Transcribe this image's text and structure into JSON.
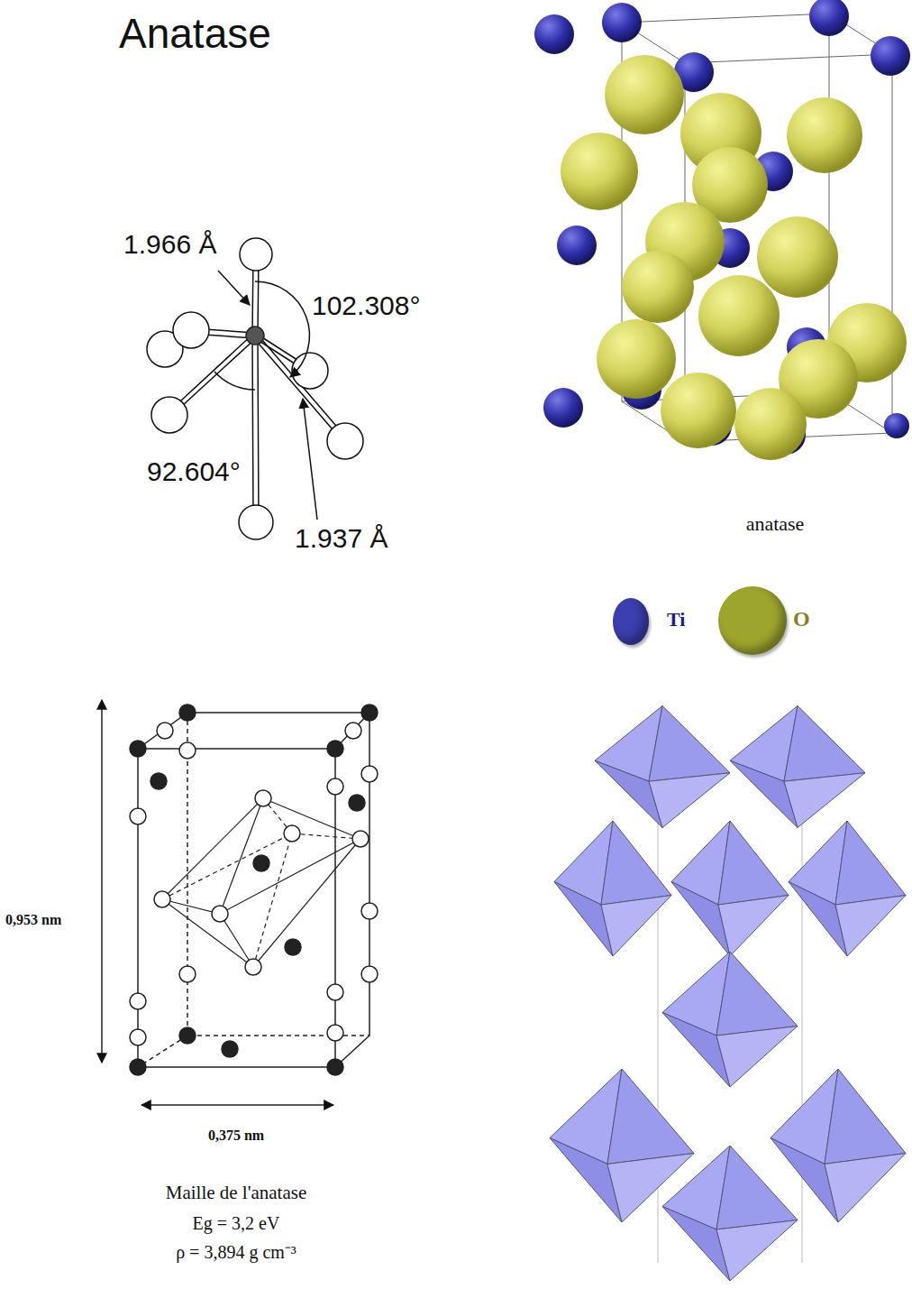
{
  "diagram": {
    "title": "Anatase",
    "labels": [
      "1.966 Å",
      "102.308°",
      "92.604°",
      "1.937 Å",
      "anatase",
      "0,953 nm",
      "0,375 nm",
      "Maille de l'anatase",
      "Eg = 3,2 eV",
      "ρ = 3,894 g cm⁻³"
    ],
    "legend": [
      {
        "text": "Ti",
        "color": "#3b3fb0"
      },
      {
        "text": "O",
        "color": "#9ea52c"
      }
    ]
  }
}
